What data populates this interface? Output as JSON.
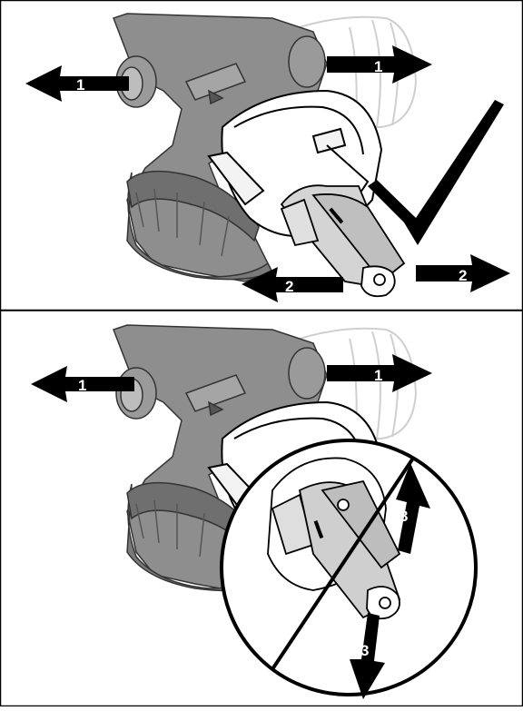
{
  "panels": [
    {
      "id": "top",
      "arrow_labels": [
        "1",
        "1",
        "2",
        "2"
      ],
      "status": "correct",
      "status_icon": "check-mark-icon",
      "part_text": "spray-nozzle-label"
    },
    {
      "id": "bottom",
      "arrow_labels": [
        "1",
        "1",
        "3",
        "3"
      ],
      "status": "prohibited",
      "status_icon": "prohibited-circle-icon",
      "part_text": "spray-nozzle-label"
    }
  ],
  "colors": {
    "device_dark": "#8a8a8a",
    "device_mid": "#a8a8a8",
    "device_light": "#c8c8c8",
    "outline": "#000000",
    "ghost": "#d0d0d0",
    "background": "#ffffff",
    "arrow": "#000000",
    "arrow_text": "#ffffff"
  }
}
